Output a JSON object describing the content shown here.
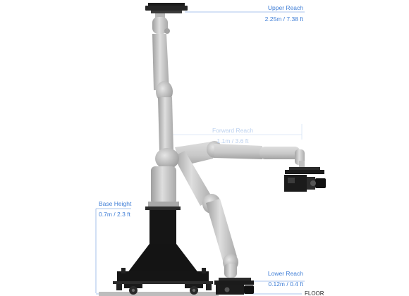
{
  "annotations": {
    "upper_reach": {
      "title": "Upper Reach",
      "value": "2.25m / 7.38 ft"
    },
    "forward_reach": {
      "title": "Forward Reach",
      "value": "1.1m / 3.6 ft"
    },
    "base_height": {
      "title": "Base Height",
      "value": "0.7m / 2.3 ft"
    },
    "lower_reach": {
      "title": "Lower Reach",
      "value": "0.12m / 0.4 ft"
    },
    "floor": {
      "title": "FLOOR"
    }
  },
  "colors": {
    "accent": "#3f7ed6",
    "accent_faint": "#bcd1ef",
    "robot_body": "#c9c9c9",
    "robot_joint": "#b3b3b3",
    "pedestal": "#151515",
    "camera": "#1b1b1b"
  }
}
